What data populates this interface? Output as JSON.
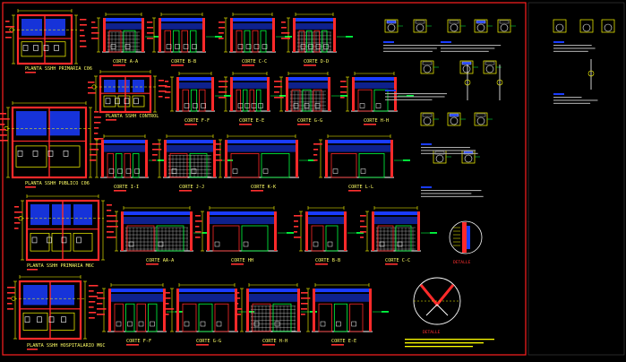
{
  "colors": {
    "background": "#000000",
    "frame": "#ff2020",
    "wall": "#ff2a2a",
    "fill": "#1a3cff",
    "dimension": "#ffff00",
    "text": "#ffff66",
    "tag": "#ff3030",
    "accent": "#00ff40",
    "white": "#ffffff",
    "gray": "#aaaaaa"
  },
  "sheet": {
    "plans": [
      {
        "label": "PLANTA SSHH PRIMARIA C06"
      },
      {
        "label": "PLANTA SSHH CONTROL"
      },
      {
        "label": "PLANTA SSHH PUBLICO C06"
      },
      {
        "label": "PLANTA SSHH PRIMARIA M6C"
      },
      {
        "label": "PLANTA SSHH HOSPITALARIO M6C"
      }
    ],
    "sections": [
      {
        "label": "CORTE A-A"
      },
      {
        "label": "CORTE B-B"
      },
      {
        "label": "CORTE C-C"
      },
      {
        "label": "CORTE D-D"
      },
      {
        "label": "CORTE E-E"
      },
      {
        "label": "CORTE F-F"
      },
      {
        "label": "CORTE G-G"
      },
      {
        "label": "CORTE H-H"
      },
      {
        "label": "CORTE I-I"
      },
      {
        "label": "CORTE J-J"
      },
      {
        "label": "CORTE K-K"
      },
      {
        "label": "CORTE L-L"
      },
      {
        "label": "CORTE AA-A"
      },
      {
        "label": "CORTE HH"
      },
      {
        "label": "CORTE B-B"
      },
      {
        "label": "CORTE C-C"
      },
      {
        "label": "CORTE F-F"
      },
      {
        "label": "CORTE G-G"
      },
      {
        "label": "CORTE H-H"
      },
      {
        "label": "CORTE E-E"
      }
    ],
    "details": [
      {
        "label": "DETALLE"
      },
      {
        "label": "DETALLE"
      }
    ]
  }
}
